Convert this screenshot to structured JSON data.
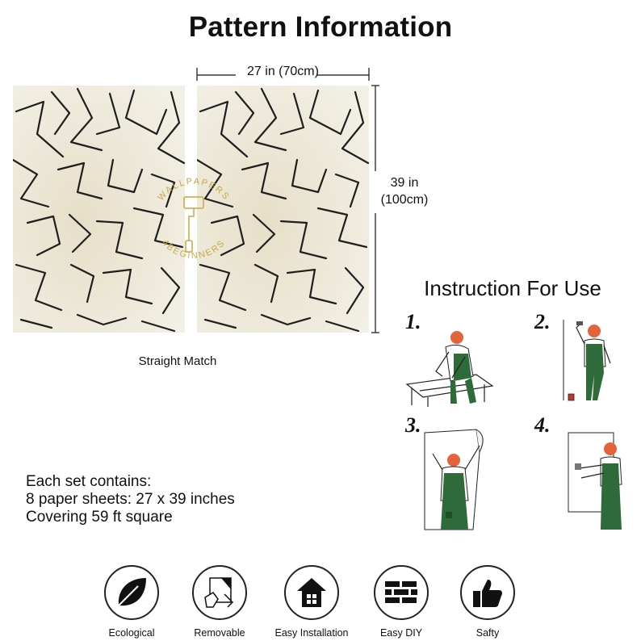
{
  "title": "Pattern Information",
  "dimensions": {
    "width": "27 in (70cm)",
    "height_in": "39 in",
    "height_cm": "(100cm)"
  },
  "match_label": "Straight Match",
  "watermark": {
    "top_text": "WALLPAPERS",
    "bottom_text": "4BEGINNERS",
    "color": "#c9a646"
  },
  "instructions": {
    "title": "Instruction For Use",
    "steps": [
      {
        "num": "1."
      },
      {
        "num": "2."
      },
      {
        "num": "3."
      },
      {
        "num": "4."
      }
    ]
  },
  "contents": {
    "line1": "Each set contains:",
    "line2": "8 paper sheets: 27 x 39 inches",
    "line3": "Covering 59 ft square"
  },
  "features": [
    {
      "label": "Ecological",
      "icon": "leaf-icon"
    },
    {
      "label": "Removable",
      "icon": "peel-icon"
    },
    {
      "label": "Easy Installation",
      "icon": "house-icon"
    },
    {
      "label": "Easy DIY",
      "icon": "brick-wall-icon"
    },
    {
      "label": "Safty",
      "icon": "thumbs-up-icon"
    }
  ],
  "colors": {
    "panel": "#ece8da",
    "line": "#1e1e1e",
    "worker_green": "#2f6b3a",
    "worker_hair": "#e4633a"
  }
}
